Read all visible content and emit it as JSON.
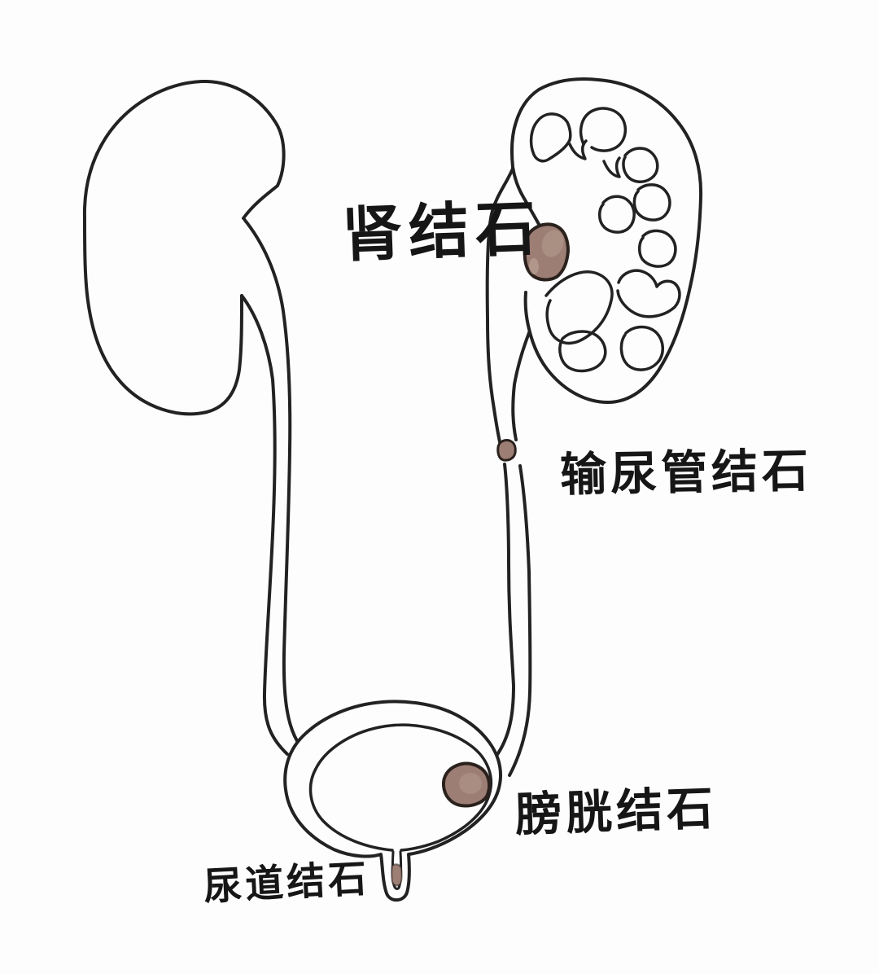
{
  "figure": {
    "description_labels_only": "hand-drawn urinary tract illustration",
    "background_color": "#fdfdfd",
    "ink_color": "#222222",
    "stone_style": {
      "fill": "#9d7e74",
      "highlight": "#b59c90",
      "outline": "#2a211d"
    },
    "labels": {
      "kidney": {
        "text": "肾结石"
      },
      "ureter": {
        "text": "输尿管结石"
      },
      "bladder": {
        "text": "膀胱结石"
      },
      "urethra": {
        "text": "尿道结石"
      }
    }
  }
}
